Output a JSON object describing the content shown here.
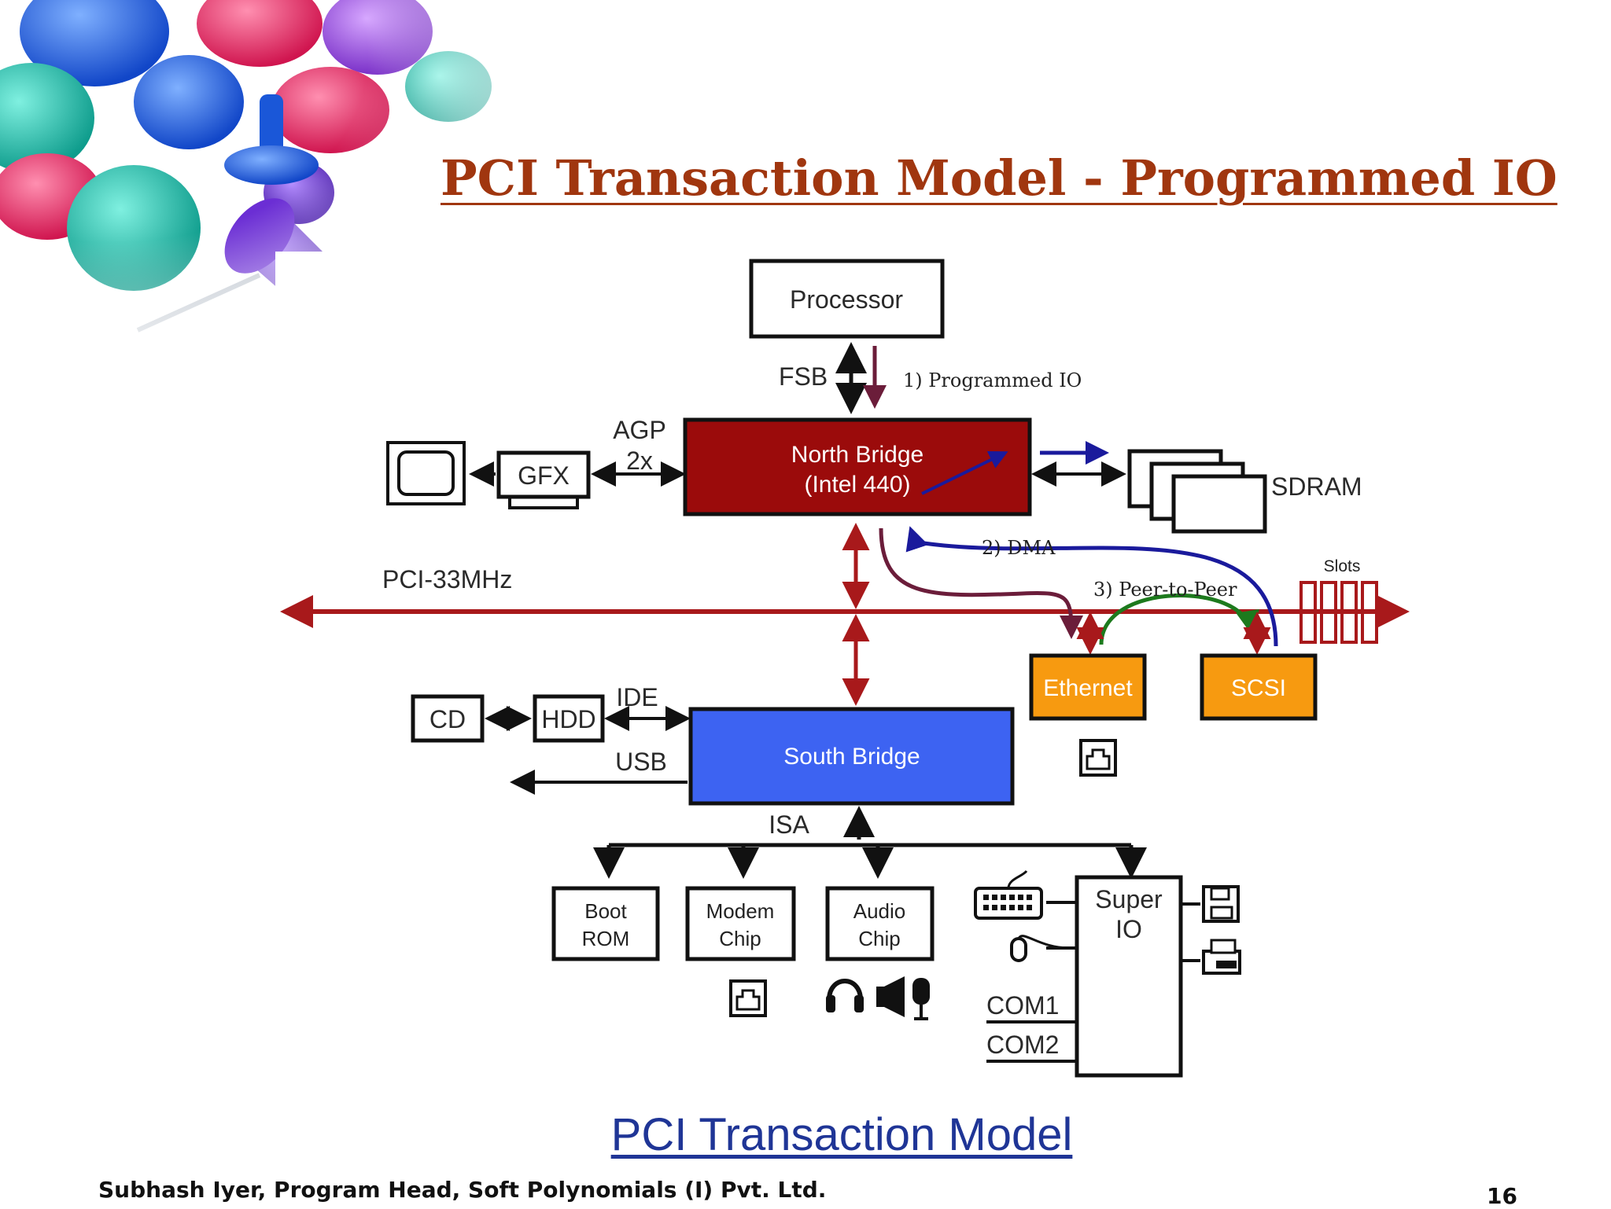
{
  "slide": {
    "title": "PCI Transaction Model - Programmed IO",
    "caption": "PCI Transaction Model",
    "footer": "Subhash Iyer, Program Head, Soft Polynomials (I) Pvt. Ltd.",
    "page_number": "16"
  },
  "diagram": {
    "processor": "Processor",
    "fsb": "FSB",
    "programmed_io": "1) Programmed IO",
    "agp": "AGP",
    "agp_speed": "2x",
    "gfx": "GFX",
    "north_bridge_line1": "North Bridge",
    "north_bridge_line2": "(Intel 440)",
    "sdram": "SDRAM",
    "dma": "2) DMA",
    "pci_bus": "PCI-33MHz",
    "peer_to_peer": "3) Peer-to-Peer",
    "slots": "Slots",
    "ethernet": "Ethernet",
    "scsi": "SCSI",
    "cd": "CD",
    "hdd": "HDD",
    "ide": "IDE",
    "usb": "USB",
    "south_bridge": "South Bridge",
    "isa": "ISA",
    "boot_rom_line1": "Boot",
    "boot_rom_line2": "ROM",
    "modem_line1": "Modem",
    "modem_line2": "Chip",
    "audio_line1": "Audio",
    "audio_line2": "Chip",
    "super_io_line1": "Super",
    "super_io_line2": "IO",
    "com1": "COM1",
    "com2": "COM2"
  },
  "colors": {
    "title": "#a0360f",
    "north_bridge": "#9b0b0b",
    "south_bridge": "#3d63f2",
    "pci_bus": "#a8191b",
    "peripheral": "#f79a10",
    "dma_path": "#1a1a9c",
    "pio_path": "#6b1d3a",
    "p2p_path": "#1d7a1d"
  }
}
